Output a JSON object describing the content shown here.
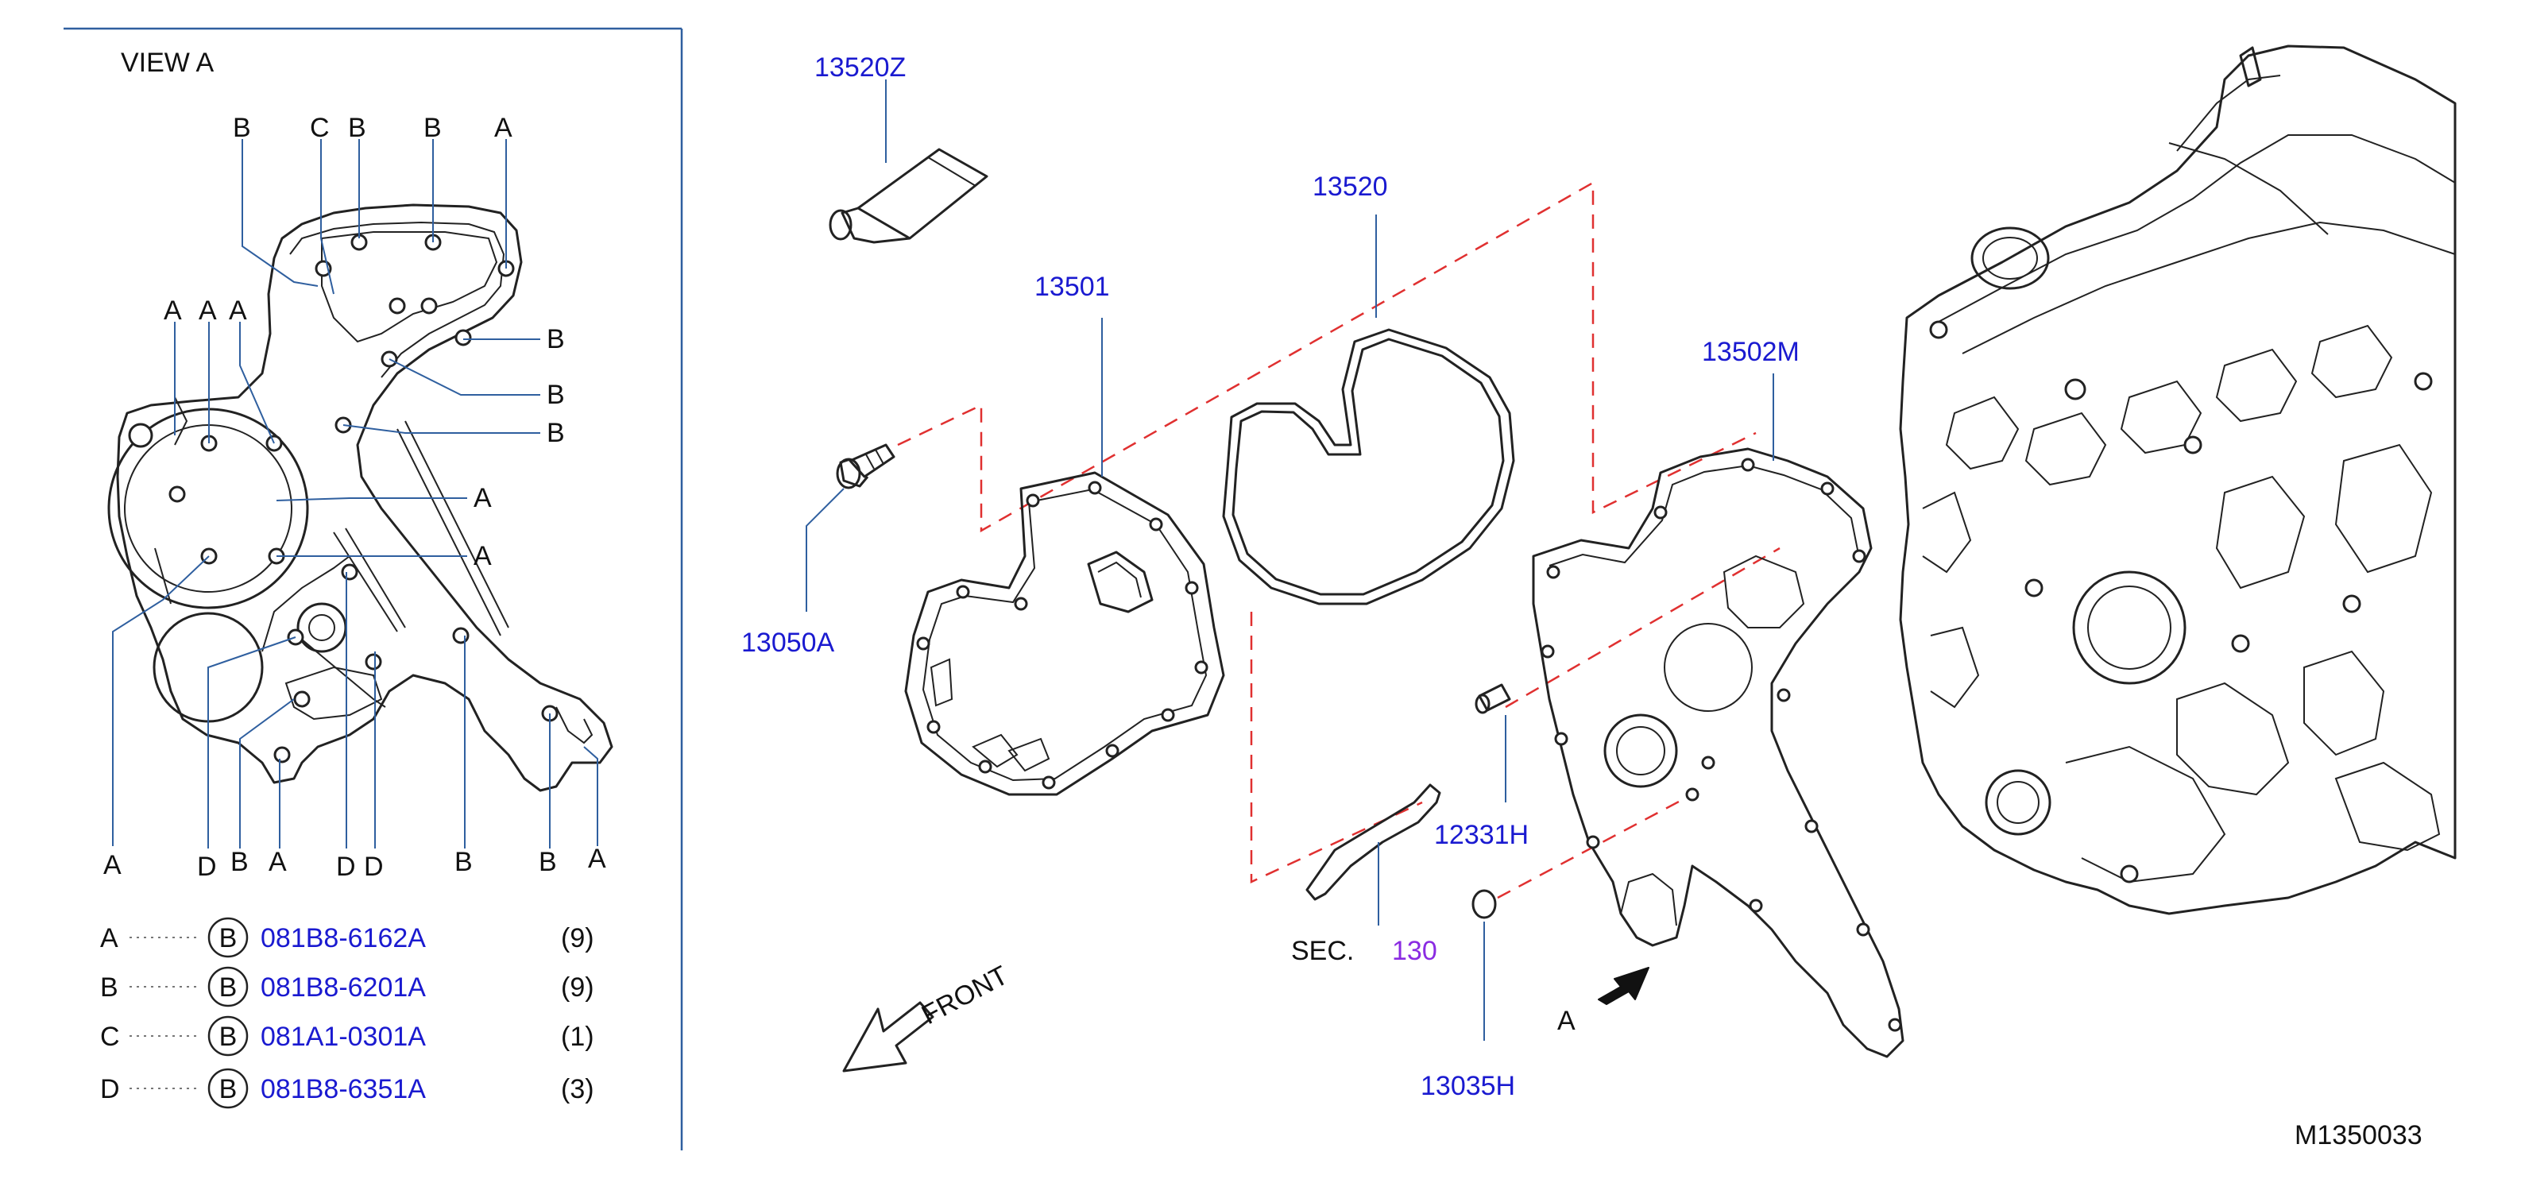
{
  "view_title": "VIEW  A",
  "view_labels": {
    "top": [
      "B",
      "C",
      "B",
      "B",
      "A"
    ],
    "left": [
      "A",
      "A",
      "A"
    ],
    "right": [
      "B",
      "B",
      "B",
      "A",
      "A"
    ],
    "bottom": [
      "A",
      "D",
      "B",
      "A",
      "D",
      "D",
      "B",
      "B",
      "A"
    ]
  },
  "legend": [
    {
      "key": "A",
      "circle": "B",
      "part": "081B8-6162A",
      "qty": "(9)"
    },
    {
      "key": "B",
      "circle": "B",
      "part": "081B8-6201A",
      "qty": "(9)"
    },
    {
      "key": "C",
      "circle": "B",
      "part": "081A1-0301A",
      "qty": "(1)"
    },
    {
      "key": "D",
      "circle": "B",
      "part": "081B8-6351A",
      "qty": "(3)"
    }
  ],
  "parts": {
    "sealant": "13520Z",
    "rear_gasket": "13520",
    "front_cover": "13501",
    "rear_cover": "13502M",
    "bolt": "13050A",
    "dowel": "12331H",
    "plug": "13035H"
  },
  "sec_label": "SEC.",
  "sec_number": "130",
  "front_label": "FRONT",
  "view_arrow_label": "A",
  "diagram_code": "M1350033",
  "colors": {
    "part_number": "#1a1ad0",
    "section_ref": "#8a2be2",
    "leader": "#2f5f9f",
    "dashed_guide": "#e03030"
  }
}
